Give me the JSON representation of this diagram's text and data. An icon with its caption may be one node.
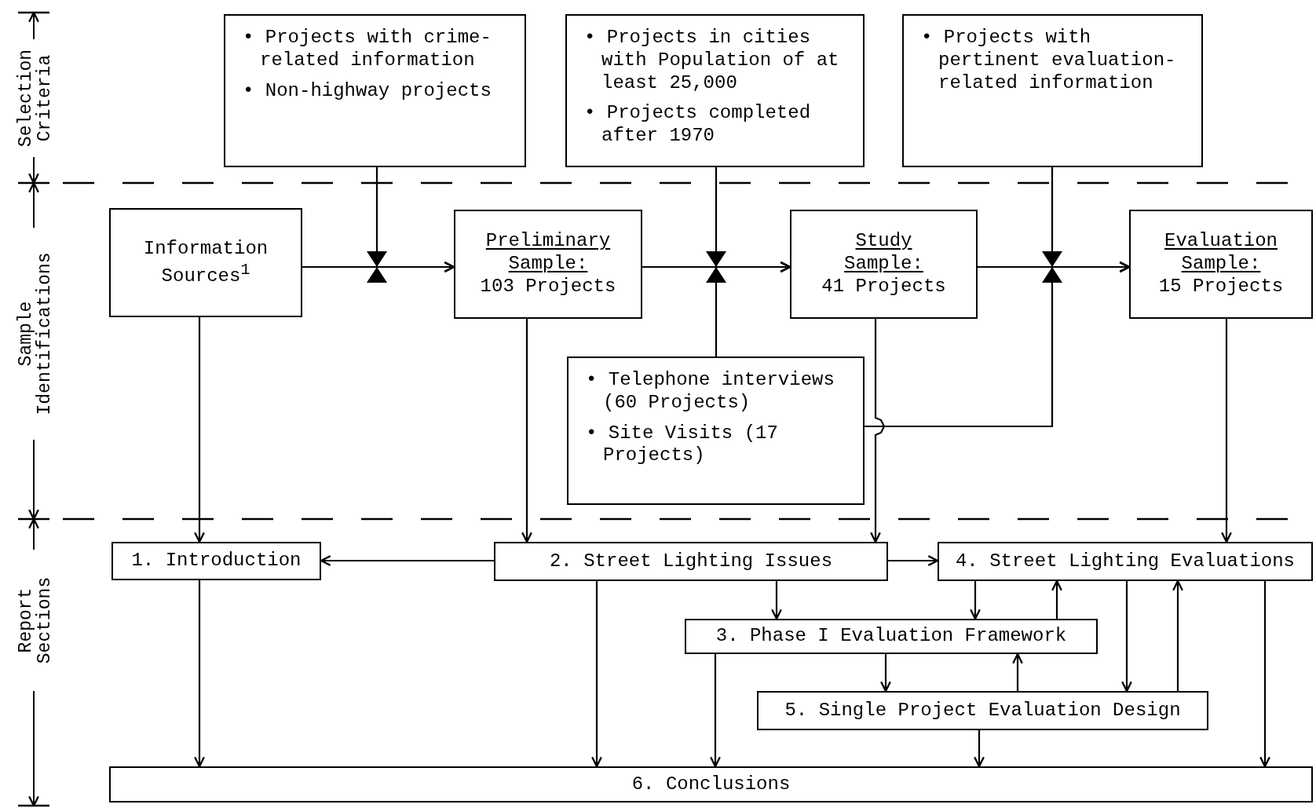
{
  "diagram": {
    "nodes": [
      {
        "text": [
          "• Projects with crime-related information",
          "• Non-highway projects"
        ]
      },
      {
        "text": [
          "• Projects in cities with Population of at least 25,000",
          "• Projects completed after 1970"
        ]
      },
      {
        "text": [
          "• Projects with pertinent evaluation-related information"
        ]
      },
      {
        "text": [
          "Information Sources$^{1}$"
        ]
      },
      {
        "text": [
          "Preliminary Sample:",
          "103 Projects"
        ]
      },
      {
        "text": [
          "Study Sample:",
          "41 Projects"
        ]
      },
      {
        "text": [
          "Evaluation Sample:",
          "15 Projects"
        ]
      },
      {
        "text": [
          "• Telephone interviews (60 Projects)",
          "• Site Visits (17 Projects)"
        ]
      },
      {
        "text": [
          "1. Introduction"
        ]
      },
      {
        "text": [
          "2. Street Lighting Issues"
        ]
      },
      {
        "text": [
          "4. Street Lighting Evaluations"
        ]
      },
      {
        "text": [
          "3. Phase I Evaluation Framework"
        ]
      },
      {
        "text": [
          "5. Single Project Evaluation Design"
        ]
      },
      {
        "text": [
          "6. Conclusions"
        ]
      }
    ],
    "edges": [
      {
        "from": 3,
        "to": 4,
        "arrow": "to"
      },
      {
        "from": 0,
        "to": 4,
        "arrow": "to"
      },
      {
        "from": 4,
        "to": 5,
        "arrow": "to"
      },
      {
        "from": 1,
        "to": 5,
        "arrow": "to"
      },
      {
        "from": 7,
        "to": 5,
        "arrow": "to"
      },
      {
        "from": 5,
        "to": 6,
        "arrow": "to"
      },
      {
        "from": 2,
        "to": 6,
        "arrow": "to"
      },
      {
        "from": 7,
        "to": 6,
        "arrow": "to"
      },
      {
        "from": 3,
        "to": 8,
        "arrow": "to"
      },
      {
        "from": 4,
        "to": 9,
        "arrow": "to"
      },
      {
        "from": 5,
        "to": 9,
        "arrow": "to"
      },
      {
        "from": 6,
        "to": 10,
        "arrow": "to"
      },
      {
        "from": 9,
        "to": 8,
        "arrow": "to"
      },
      {
        "from": 9,
        "to": 10,
        "arrow": "to"
      },
      {
        "from": 9,
        "to": 11,
        "arrow": "to"
      },
      {
        "from": 10,
        "to": 11,
        "arrow": "to"
      },
      {
        "from": 11,
        "to": 10,
        "arrow": "to"
      },
      {
        "from": 11,
        "to": 12,
        "arrow": "to"
      },
      {
        "from": 12,
        "to": 11,
        "arrow": "to"
      },
      {
        "from": 10,
        "to": 12,
        "arrow": "to"
      },
      {
        "from": 12,
        "to": 10,
        "arrow": "to"
      },
      {
        "from": 8,
        "to": 13,
        "arrow": "to"
      },
      {
        "from": 9,
        "to": 13,
        "arrow": "to"
      },
      {
        "from": 11,
        "to": 13,
        "arrow": "to"
      },
      {
        "from": 12,
        "to": 13,
        "arrow": "to"
      },
      {
        "from": 10,
        "to": 13,
        "arrow": "to"
      }
    ],
    "labels": [
      "Selection Criteria",
      "Sample Identifications",
      "Report Sections"
    ]
  }
}
